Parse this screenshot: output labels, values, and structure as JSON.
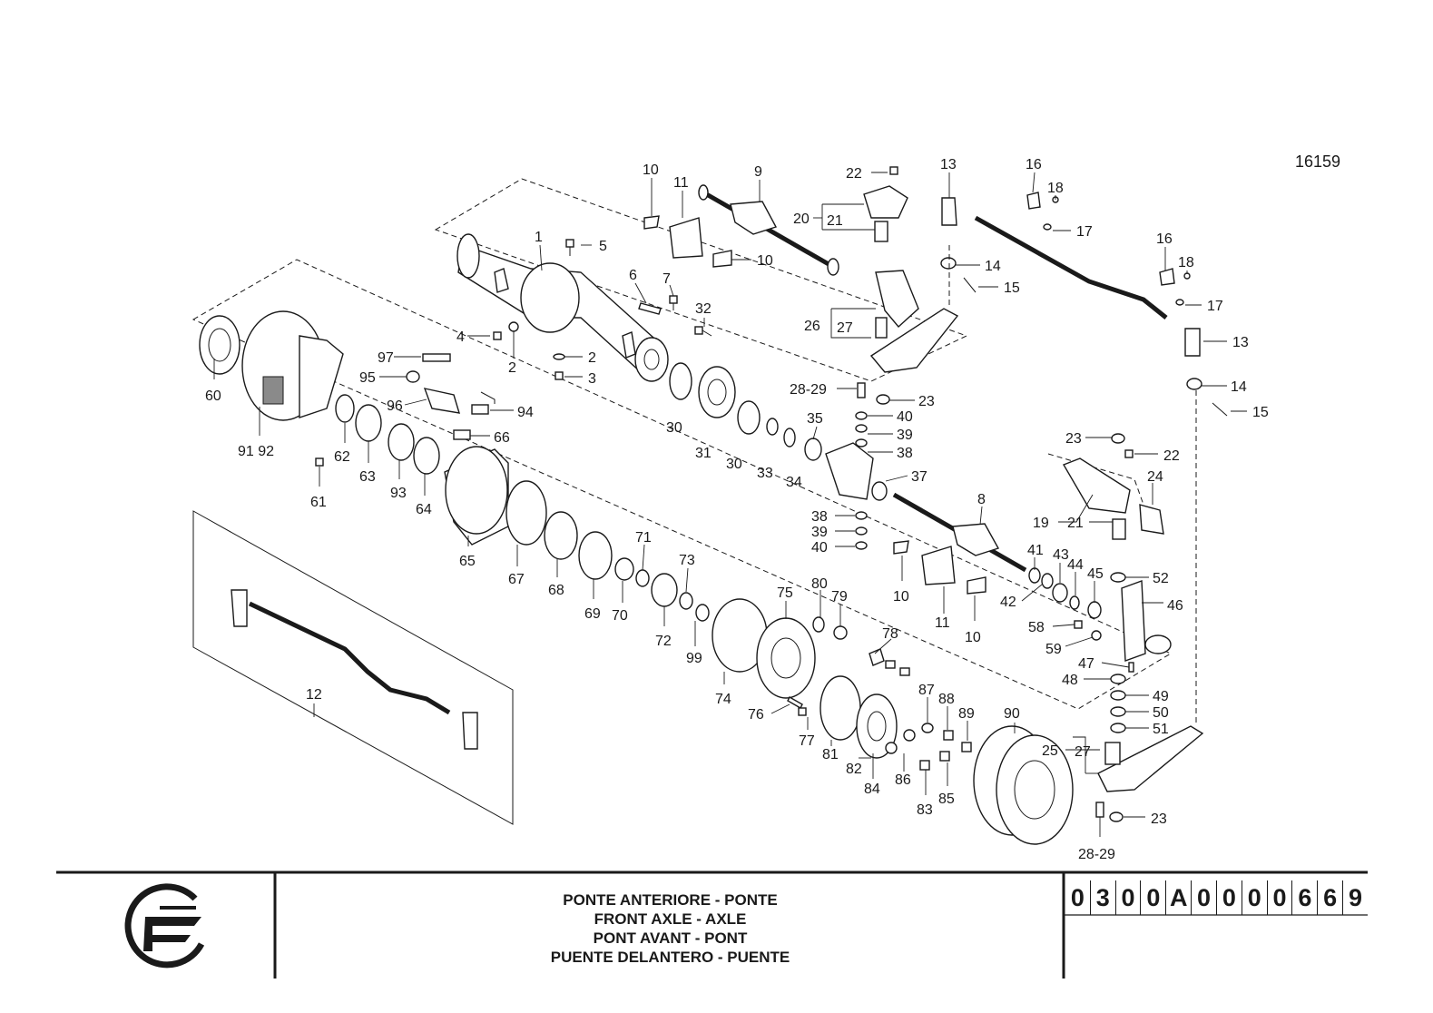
{
  "drawing_number": "16159",
  "title_block": {
    "lines": [
      "PONTE ANTERIORE - PONTE",
      "FRONT AXLE - AXLE",
      "PONT AVANT - PONT",
      "PUENTE DELANTERO - PUENTE"
    ],
    "code": [
      "0",
      "3",
      "0",
      "0",
      "A",
      "0",
      "0",
      "0",
      "0",
      "6",
      "6",
      "9"
    ]
  },
  "logo": {
    "icon": "manufacturer-logo-icon"
  },
  "callouts": [
    "1",
    "2",
    "2",
    "3",
    "4",
    "5",
    "6",
    "7",
    "8",
    "9",
    "10",
    "10",
    "10",
    "10",
    "11",
    "11",
    "12",
    "13",
    "13",
    "14",
    "14",
    "15",
    "15",
    "16",
    "16",
    "17",
    "17",
    "18",
    "18",
    "19",
    "21",
    "20",
    "21",
    "22",
    "22",
    "23",
    "23",
    "23",
    "24",
    "25",
    "27",
    "26",
    "27",
    "28-29",
    "28-29",
    "30",
    "30",
    "31",
    "32",
    "33",
    "34",
    "35",
    "37",
    "38",
    "38",
    "39",
    "39",
    "40",
    "40",
    "41",
    "42",
    "43",
    "44",
    "45",
    "46",
    "47",
    "48",
    "49",
    "50",
    "51",
    "52",
    "58",
    "59",
    "60",
    "61",
    "62",
    "63",
    "64",
    "65",
    "66",
    "67",
    "68",
    "69",
    "70",
    "71",
    "72",
    "73",
    "74",
    "75",
    "76",
    "77",
    "78",
    "79",
    "80",
    "81",
    "82",
    "83",
    "84",
    "85",
    "86",
    "87",
    "88",
    "89",
    "90",
    "91 92",
    "93",
    "94",
    "95",
    "96",
    "97",
    "99"
  ]
}
